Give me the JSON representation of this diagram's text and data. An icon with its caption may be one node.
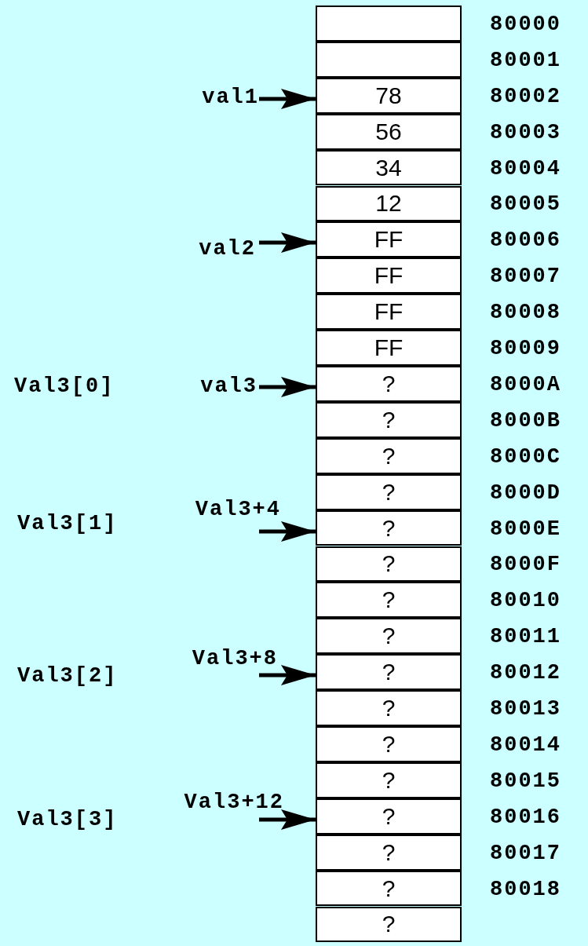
{
  "diagram": {
    "nodes": [
      {
        "text": [],
        "shape": "box",
        "beside": [
          "80000"
        ]
      },
      {
        "text": [],
        "shape": "box",
        "beside": [
          "80001"
        ]
      },
      {
        "text": [
          "78"
        ],
        "beside": [
          "80002"
        ]
      },
      {
        "text": [
          "56"
        ],
        "beside": [
          "80003"
        ]
      },
      {
        "text": [
          "34"
        ],
        "beside": [
          "80004"
        ]
      },
      {
        "text": [
          "12"
        ],
        "beside": [
          "80005"
        ]
      },
      {
        "text": [
          "FF"
        ],
        "beside": [
          "80006"
        ]
      },
      {
        "text": [
          "FF"
        ],
        "beside": [
          "80007"
        ]
      },
      {
        "text": [
          "FF"
        ],
        "beside": [
          "80008"
        ]
      },
      {
        "text": [
          "FF"
        ],
        "beside": [
          "80009"
        ]
      },
      {
        "text": [
          "?"
        ],
        "beside": [
          "8000A"
        ]
      },
      {
        "text": [
          "?"
        ],
        "beside": [
          "8000B"
        ]
      },
      {
        "text": [
          "?"
        ],
        "beside": [
          "8000C"
        ]
      },
      {
        "text": [
          "?"
        ],
        "beside": [
          "8000D"
        ]
      },
      {
        "text": [
          "?"
        ],
        "beside": [
          "8000E"
        ]
      },
      {
        "text": [
          "?"
        ],
        "beside": [
          "8000F"
        ]
      },
      {
        "text": [
          "?"
        ],
        "beside": [
          "80010"
        ]
      },
      {
        "text": [
          "?"
        ],
        "beside": [
          "80011"
        ]
      },
      {
        "text": [
          "?"
        ],
        "beside": [
          "80012"
        ]
      },
      {
        "text": [
          "?"
        ],
        "beside": [
          "80013"
        ]
      },
      {
        "text": [
          "?"
        ],
        "beside": [
          "80014"
        ]
      },
      {
        "text": [
          "?"
        ],
        "beside": [
          "80015"
        ]
      },
      {
        "text": [
          "?"
        ],
        "beside": [
          "80016"
        ]
      },
      {
        "text": [
          "?"
        ],
        "beside": [
          "80017"
        ]
      },
      {
        "text": [
          "?"
        ],
        "beside": [
          "80018"
        ]
      },
      {
        "text": [
          "?"
        ]
      },
      {
        "text": [
          "val1"
        ]
      },
      {
        "text": [
          "val2"
        ]
      },
      {
        "text": [
          "val3"
        ]
      },
      {
        "text": [
          "Val3+4"
        ]
      },
      {
        "text": [
          "Val3+8"
        ]
      },
      {
        "text": [
          "Val3+12"
        ]
      }
    ],
    "edges": [
      {
        "from": 26,
        "to": 2,
        "arrow": "to"
      },
      {
        "from": 27,
        "to": 6,
        "arrow": "to"
      },
      {
        "from": 28,
        "to": 10,
        "arrow": "to"
      },
      {
        "from": 29,
        "to": 14,
        "arrow": "to"
      },
      {
        "from": 30,
        "to": 18,
        "arrow": "to"
      },
      {
        "from": 31,
        "to": 22,
        "arrow": "to"
      }
    ],
    "labels": [
      "Val3[0]",
      "Val3[1]",
      "Val3[2]",
      "Val3[3]"
    ]
  }
}
